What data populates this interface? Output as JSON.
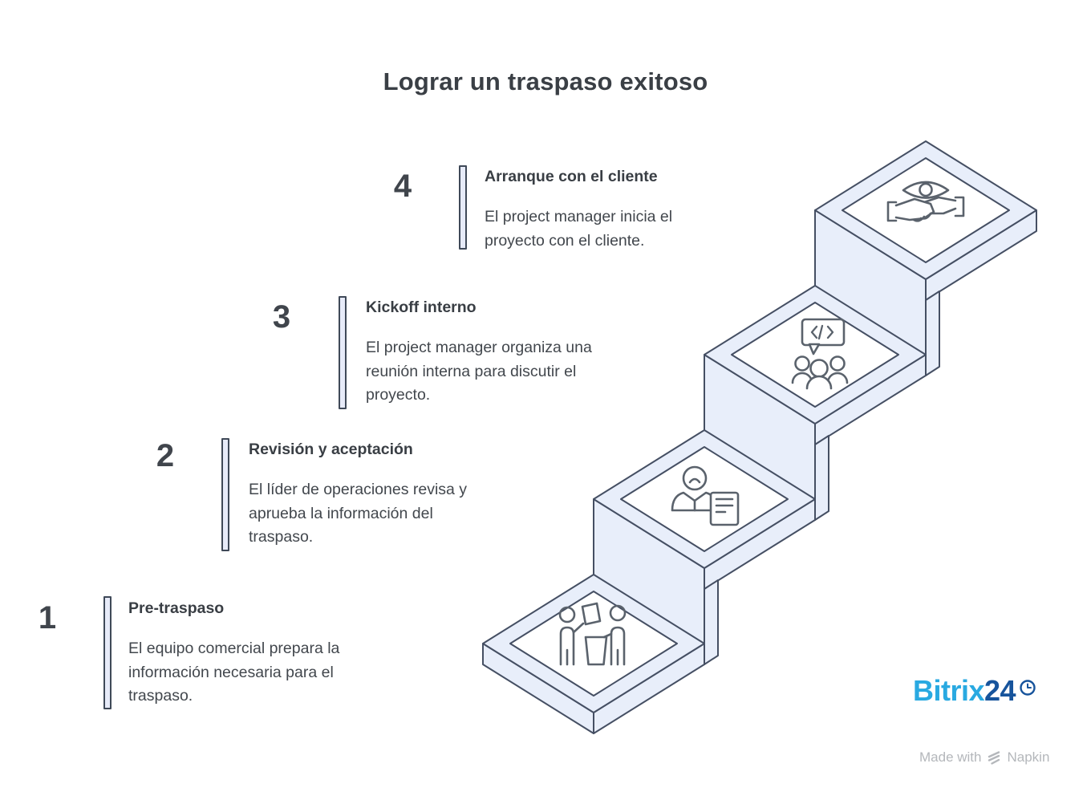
{
  "title": "Lograr un traspaso exitoso",
  "steps": [
    {
      "number": "1",
      "title": "Pre-traspaso",
      "description": "El equipo comercial prepara la\ninformación necesaria para el\ntraspaso.",
      "icon": "people-exchange-icon"
    },
    {
      "number": "2",
      "title": "Revisión y aceptación",
      "description": "El líder de operaciones revisa y\naprueba la información del\ntraspaso.",
      "icon": "person-document-icon"
    },
    {
      "number": "3",
      "title": "Kickoff interno",
      "description": "El project manager organiza una\nreunión interna para discutir el\nproyecto.",
      "icon": "team-code-chat-icon"
    },
    {
      "number": "4",
      "title": "Arranque con el cliente",
      "description": "El project manager inicia el\nproyecto con el cliente.",
      "icon": "eye-handshake-icon"
    }
  ],
  "branding": {
    "brand_light": "Bitrix",
    "brand_dark": "24",
    "watermark_prefix": "Made with",
    "watermark_brand": "Napkin"
  },
  "colors": {
    "step_fill": "#e8eefa",
    "step_outline": "#454f63",
    "icon_stroke": "#5a626c",
    "text_primary": "#42474d",
    "heading_color": "#3a3f45",
    "bar_fill": "#e7ebf9",
    "brand_light_blue": "#29a9e1",
    "brand_dark_blue": "#17549c",
    "watermark_gray": "#b4b7bb"
  }
}
